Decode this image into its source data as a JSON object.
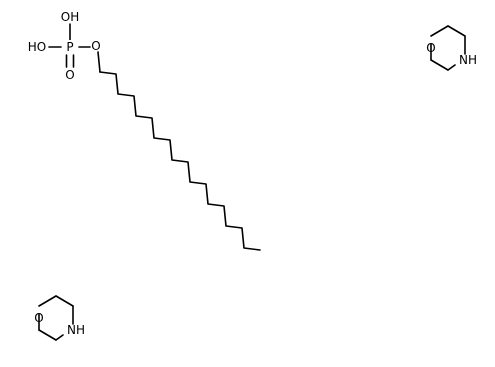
{
  "molecule": {
    "phosphate": {
      "p": "P",
      "oh_top": "OH",
      "oh_left": "HO",
      "o_double": "O",
      "o_ester": "O"
    },
    "chain_carbons": 18
  },
  "morpholines": [
    {
      "o": "O",
      "nh": "NH"
    },
    {
      "o": "O",
      "nh": "NH"
    }
  ],
  "colors": {
    "bond": "#000000",
    "background": "#ffffff"
  }
}
